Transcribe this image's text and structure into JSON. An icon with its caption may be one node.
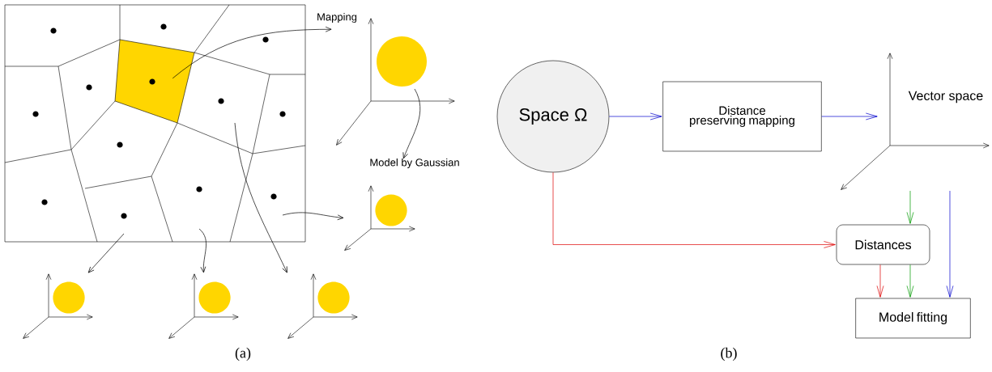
{
  "diagram": {
    "nodes": [
      {
        "text": [],
        "shape": "polygon"
      },
      {
        "text": [
          "Mapping"
        ]
      },
      {
        "text": [],
        "shape": "plot"
      },
      {
        "text": [
          "Model by Gaussian"
        ]
      },
      {
        "text": [],
        "shape": "plot"
      },
      {
        "text": [],
        "shape": "plot"
      },
      {
        "text": [],
        "shape": "plot"
      },
      {
        "text": [],
        "shape": "plot"
      },
      {
        "text": [
          "Space Ω"
        ]
      },
      {
        "text": [
          "Distance preserving mapping"
        ]
      },
      {
        "text": [
          "Vector space"
        ]
      },
      {
        "text": [
          "Distances"
        ]
      },
      {
        "text": [
          "Model fitting"
        ]
      }
    ],
    "edges": [
      {
        "from": 0,
        "to": 1,
        "arrow": "to"
      },
      {
        "from": 2,
        "to": 3,
        "arrow": "to"
      },
      {
        "from": null,
        "to": 4,
        "arrow": "to"
      },
      {
        "from": null,
        "to": 5,
        "arrow": "to"
      },
      {
        "from": null,
        "to": 6,
        "arrow": "to"
      },
      {
        "from": null,
        "to": 7,
        "arrow": "to"
      },
      {
        "from": 8,
        "to": 9,
        "arrow": "to",
        "color": "#0000cc"
      },
      {
        "from": 9,
        "to": 10,
        "arrow": "to",
        "color": "#0000cc"
      },
      {
        "from": 8,
        "to": 11,
        "arrow": "to",
        "color": "#dd0000"
      },
      {
        "from": 10,
        "to": 11,
        "arrow": "to",
        "color": "#009900"
      },
      {
        "from": 10,
        "to": 12,
        "arrow": "to",
        "color": "#0000cc"
      },
      {
        "from": 11,
        "to": 12,
        "arrow": "to",
        "color": "#dd0000"
      },
      {
        "from": 11,
        "to": 12,
        "arrow": "to",
        "color": "#009900"
      }
    ],
    "labels": [
      "(a)",
      "(b)"
    ]
  }
}
